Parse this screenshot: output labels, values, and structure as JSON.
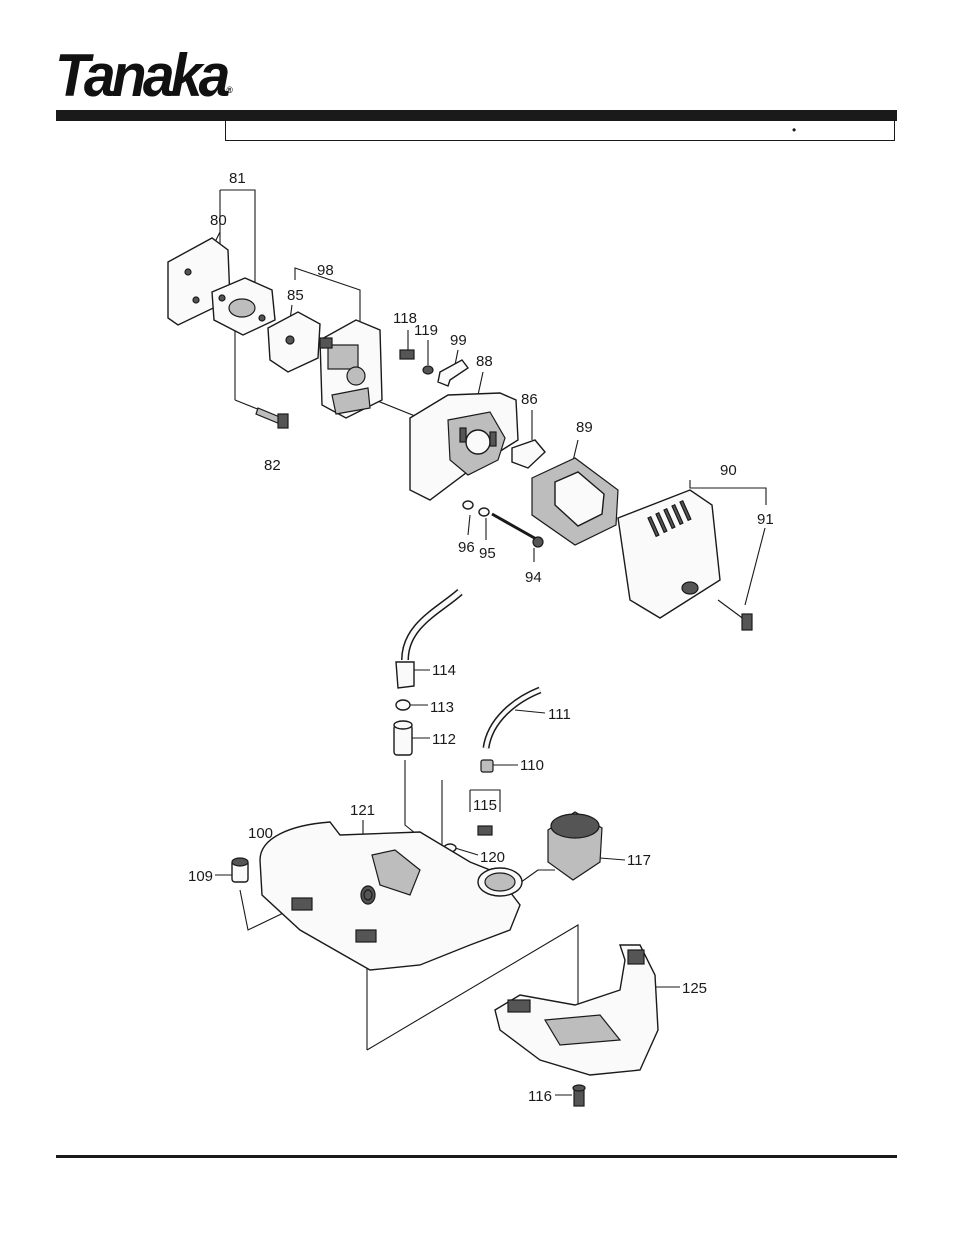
{
  "header": {
    "brand": "Tanaka",
    "registered_mark": "®",
    "title_bullet": "•"
  },
  "callouts": {
    "c80": "80",
    "c81": "81",
    "c82": "82",
    "c85": "85",
    "c86": "86",
    "c88": "88",
    "c89": "89",
    "c90": "90",
    "c91": "91",
    "c94": "94",
    "c95": "95",
    "c96": "96",
    "c98": "98",
    "c99": "99",
    "c100": "100",
    "c109": "109",
    "c110": "110",
    "c111": "111",
    "c112": "112",
    "c113": "113",
    "c114": "114",
    "c115": "115",
    "c116": "116",
    "c117": "117",
    "c118": "118",
    "c119": "119",
    "c120": "120",
    "c121": "121",
    "c125": "125"
  }
}
